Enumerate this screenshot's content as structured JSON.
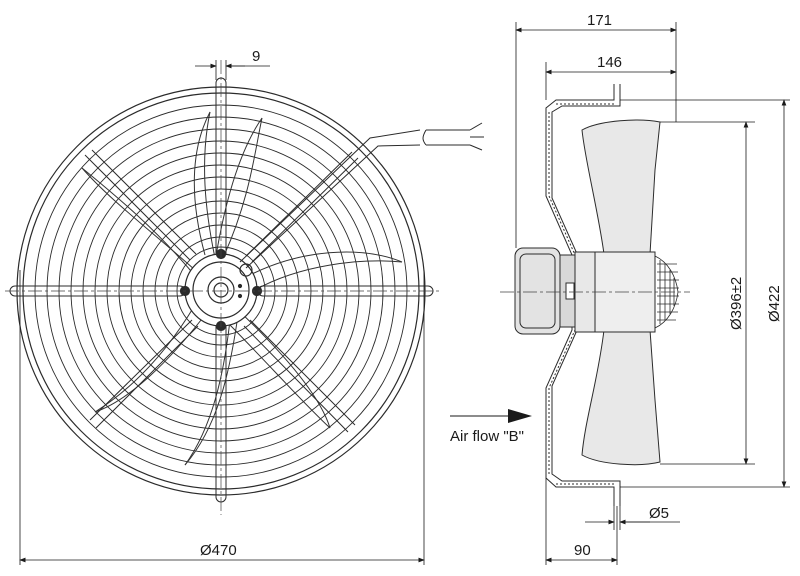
{
  "front_view": {
    "width_label": "9",
    "diameter_label": "Ø470"
  },
  "side_view": {
    "depth_total_label": "171",
    "depth_ring_label": "146",
    "hole_label": "Ø5",
    "mount_depth_label": "90",
    "blade_diameter_label": "Ø396±2",
    "guard_diameter_label": "Ø422",
    "airflow_label": "Air flow \"B\""
  },
  "colors": {
    "line": "#2b2b2b",
    "blade_fill": "#e8e8e8",
    "hub_fill": "#d8d8d8"
  }
}
